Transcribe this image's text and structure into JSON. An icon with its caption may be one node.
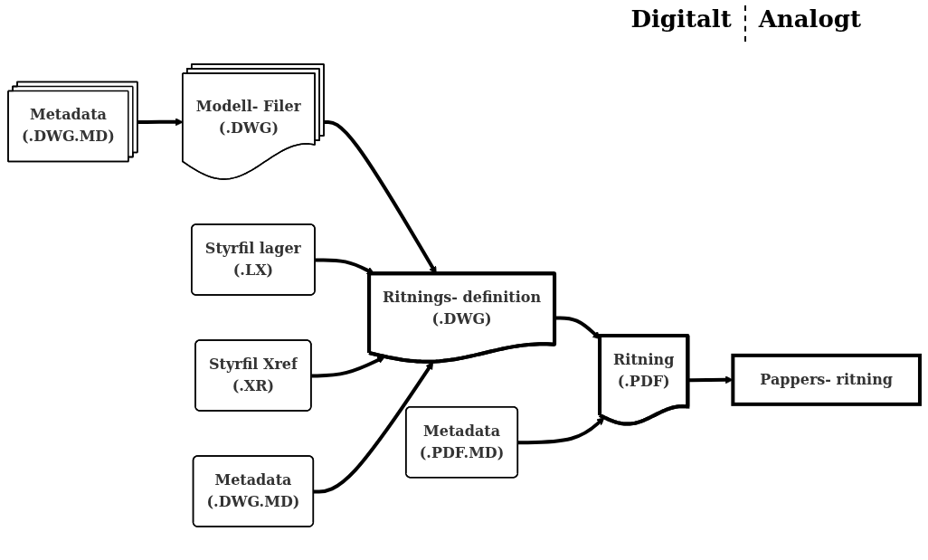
{
  "diagram": {
    "nodes": [
      {
        "text": [
          "Modell- Filer",
          "(.DWG)"
        ]
      },
      {
        "text": [
          "Styrfil lager",
          "(.LX)"
        ]
      },
      {
        "text": [
          "Styrfil Xref",
          "(.XR)"
        ]
      },
      {
        "text": [
          "Ritnings- definition",
          "(.DWG)"
        ]
      },
      {
        "text": [
          "Ritning",
          "(.PDF)"
        ]
      },
      {
        "text": [
          "Pappers- ritning"
        ]
      },
      {
        "text": [
          "Metadata",
          "(.DWG.MD)"
        ]
      },
      {
        "text": [
          "Metadata",
          "(.DWG.MD)"
        ]
      },
      {
        "text": [
          "Metadata",
          "(.PDF.MD)"
        ]
      }
    ],
    "edges": [
      {
        "from": 6,
        "to": 0,
        "arrow": "to"
      },
      {
        "from": 0,
        "to": 3,
        "arrow": "to"
      },
      {
        "from": 1,
        "to": 3,
        "arrow": "to"
      },
      {
        "from": 2,
        "to": 3,
        "arrow": "to"
      },
      {
        "from": 7,
        "to": 3,
        "arrow": "to"
      },
      {
        "from": 3,
        "to": 4,
        "arrow": "to"
      },
      {
        "from": 8,
        "to": 4,
        "arrow": "to"
      },
      {
        "from": 4,
        "to": 5,
        "arrow": "to"
      }
    ],
    "labels": [
      "Digitalt",
      "Analogt"
    ]
  }
}
